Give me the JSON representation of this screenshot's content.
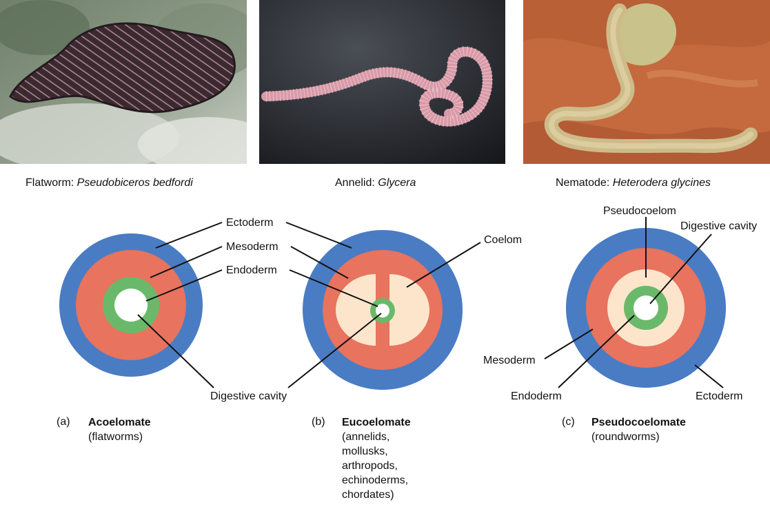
{
  "photos": [
    {
      "caption_prefix": "Flatworm: ",
      "caption_species": "Pseudobiceros bedfordi"
    },
    {
      "caption_prefix": "Annelid: ",
      "caption_species": "Glycera"
    },
    {
      "caption_prefix": "Nematode: ",
      "caption_species": "Heterodera glycines"
    }
  ],
  "colors": {
    "ectoderm": "#4a7cc4",
    "mesoderm": "#e8735e",
    "endoderm": "#6ab96a",
    "coelom": "#fde5cc",
    "cavity": "#ffffff"
  },
  "labels": {
    "ectoderm": "Ectoderm",
    "mesoderm": "Mesoderm",
    "endoderm": "Endoderm",
    "digestive_cavity": "Digestive cavity",
    "coelom": "Coelom",
    "pseudocoelom": "Pseudocoelom",
    "c_digestive_cavity": "Digestive cavity",
    "c_mesoderm": "Mesoderm",
    "c_endoderm": "Endoderm",
    "c_ectoderm": "Ectoderm"
  },
  "panels": [
    {
      "letter": "(a)",
      "title": "Acoelomate",
      "desc": "(flatworms)"
    },
    {
      "letter": "(b)",
      "title": "Eucoelomate",
      "desc": "(annelids,\nmollusks,\narthropods,\nechinoderms,\nchordates)"
    },
    {
      "letter": "(c)",
      "title": "Pseudocoelomate",
      "desc": "(roundworms)"
    }
  ]
}
